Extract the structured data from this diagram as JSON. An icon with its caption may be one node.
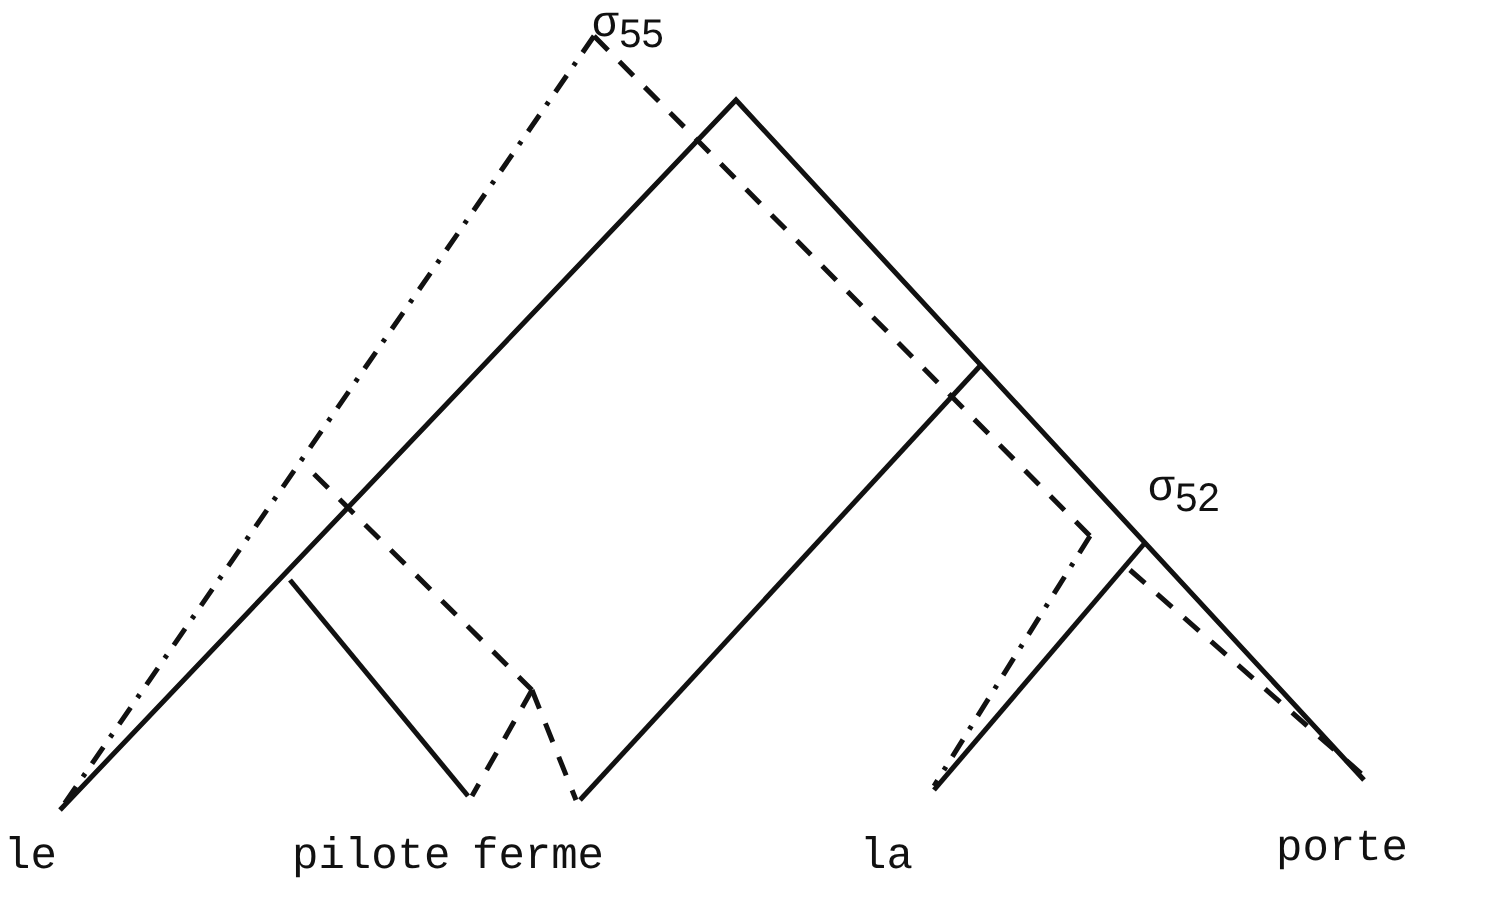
{
  "diagram": {
    "labels": [
      "σ$_{55}$",
      "σ$_{52}$",
      "le",
      "pilote",
      "ferme",
      "la",
      "porte"
    ]
  }
}
